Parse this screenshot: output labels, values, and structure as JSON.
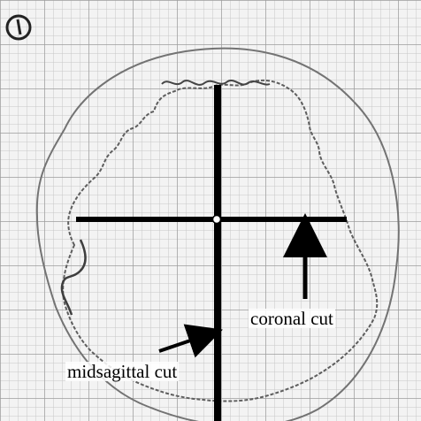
{
  "photo": {
    "grid_paper_color": "#f3f3f3",
    "grid_line_color": "#b9b9b9",
    "outline_color": "#6f6f6f",
    "cut_line_color": "#000000",
    "center_marker_color": "#ffffff"
  },
  "labels": {
    "coronal": "coronal cut",
    "midsagittal": "midsagittal cut"
  },
  "corner_marker": {
    "icon": "circled-one-marker"
  }
}
